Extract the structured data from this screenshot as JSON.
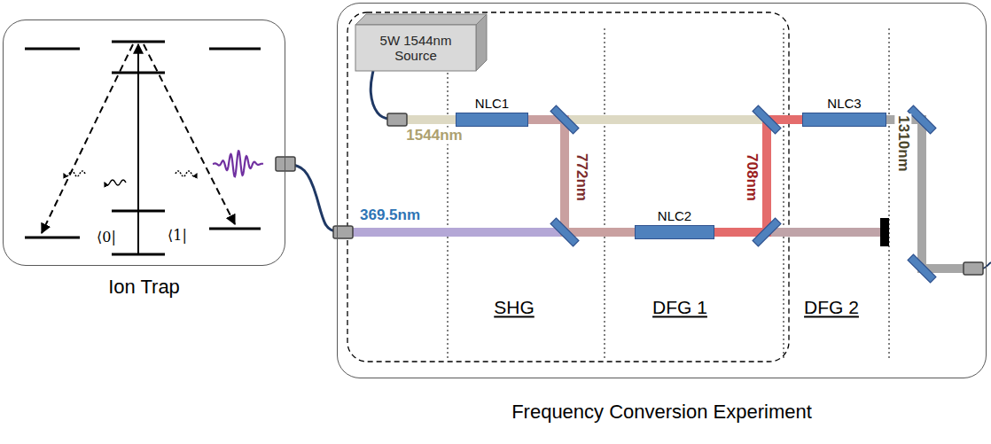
{
  "diagram": {
    "nodes": [
      {
        "text": [
          "Ion Trap"
        ]
      },
      {
        "text": [
          "Frequency Conversion Experiment"
        ]
      },
      {
        "text": [
          "5W 1544nm Source"
        ],
        "in": 1
      },
      {
        "text": [
          "NLC1"
        ],
        "in": 1
      },
      {
        "text": [
          "NLC2"
        ],
        "in": 1
      },
      {
        "text": [
          "NLC3"
        ],
        "in": 1
      }
    ],
    "edges": [
      {
        "from": 0,
        "to": 4,
        "arrow": "none"
      },
      {
        "from": 2,
        "to": 3,
        "arrow": "none"
      },
      {
        "from": 3,
        "to": 5,
        "arrow": "none"
      },
      {
        "from": 3,
        "to": 4,
        "arrow": "none"
      },
      {
        "from": 4,
        "to": 5,
        "arrow": "none"
      }
    ],
    "labels": [
      "⟨0|",
      "⟨1|",
      "1544nm",
      "369.5nm",
      "772nm",
      "708nm",
      "1310nm",
      "SHG",
      "DFG 1",
      "DFG 2"
    ]
  }
}
